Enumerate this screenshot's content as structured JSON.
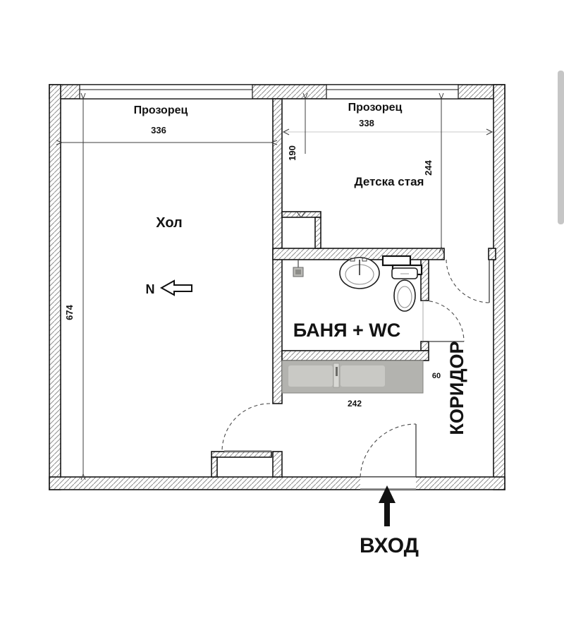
{
  "plan": {
    "rooms": {
      "living": "Хол",
      "kids": "Детска стая",
      "bath": "БАНЯ + WC",
      "corridor": "КОРИДОР"
    },
    "windows": {
      "left_label": "Прозорец",
      "left_width": "336",
      "right_label": "Прозорец",
      "right_width": "338"
    },
    "dims": {
      "living_height": "674",
      "kids_depth_left": "190",
      "kids_depth_right": "244",
      "cabinet_width": "242",
      "cabinet_depth": "60"
    },
    "entrance": {
      "label": "ВХОД"
    },
    "compass": {
      "label": "N"
    },
    "colors": {
      "wall_line": "#161616",
      "hatch_line": "#8f8f8f",
      "dim_line": "#3c3c3c",
      "cabinet_fill": "#b3b3af",
      "cabinet_panel": "#c9c9c5",
      "scrollbar_thumb": "#c6c6c6"
    }
  }
}
